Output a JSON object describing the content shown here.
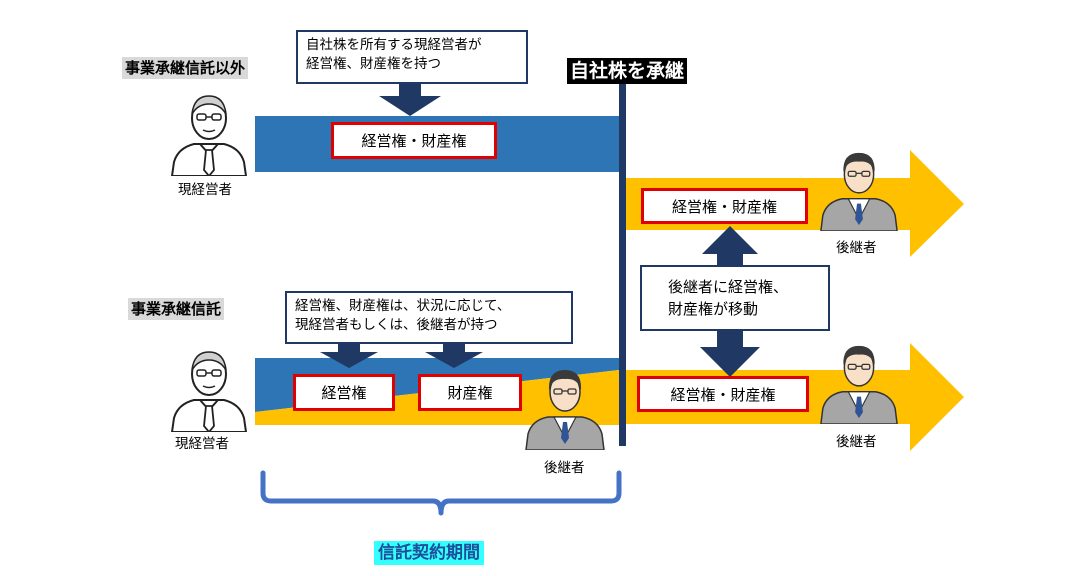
{
  "top_section": {
    "label": "事業承継信託以外",
    "callout_line1": "自社株を所有する現経営者が",
    "callout_line2": "経営権、財産権を持つ",
    "rights_box": "経営権・財産権",
    "person_caption": "現経営者"
  },
  "bottom_section": {
    "label": "事業承継信託",
    "callout_line1": "経営権、財産権は、状況に応じて、",
    "callout_line2": "現経営者もしくは、後継者が持つ",
    "box_management": "経営権",
    "box_property": "財産権",
    "person_caption": "現経営者",
    "successor_caption": "後継者"
  },
  "succession_label": "自社株を承継",
  "right_side": {
    "top_rights_box": "経営権・財産権",
    "top_successor_caption": "後継者",
    "transfer_line1": "後継者に経営権、",
    "transfer_line2": "財産権が移動",
    "bottom_rights_box": "経営権・財産権",
    "bottom_successor_caption": "後継者"
  },
  "trust_period_label": "信託契約期間",
  "colors": {
    "blue_band": "#2e75b6",
    "gold_band": "#ffc000",
    "navy": "#1f3864",
    "red_border": "#e00000",
    "bracket": "#4472c4",
    "cyan_label_bg": "#33ffff"
  },
  "icons": [
    "elderly-manager-icon",
    "successor-businessman-icon"
  ]
}
